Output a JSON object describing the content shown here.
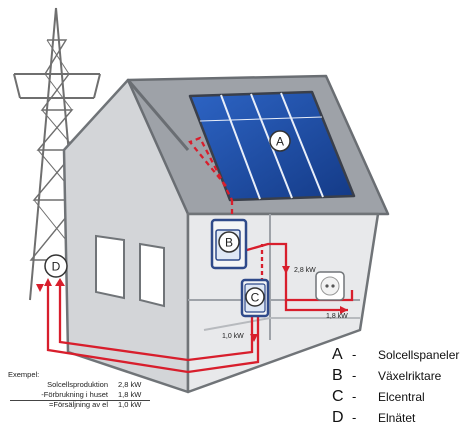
{
  "markers": {
    "A": "A",
    "B": "B",
    "C": "C",
    "D": "D"
  },
  "flows": {
    "to_outlet": "2,8 kW",
    "to_loads": "1,8 kW",
    "to_grid": "1,0 kW"
  },
  "legend": [
    {
      "key": "A",
      "label": "Solcellspaneler"
    },
    {
      "key": "B",
      "label": "Växelriktare"
    },
    {
      "key": "C",
      "label": "Elcentral"
    },
    {
      "key": "D",
      "label": "Elnätet"
    }
  ],
  "example": {
    "title": "Exempel:",
    "rows": [
      {
        "label": "Solcellsproduktion",
        "value": "2,8 kW"
      },
      {
        "label": "-Förbrukning i huset",
        "value": "1,8 kW"
      },
      {
        "label": "=Försäljning av el",
        "value": "1,0 kW"
      }
    ]
  },
  "colors": {
    "wire": "#d81e2c",
    "house": "#c9cbce",
    "roof": "#8e9299",
    "panel": "#1f4fa3",
    "tower": "#6f6f6f"
  }
}
